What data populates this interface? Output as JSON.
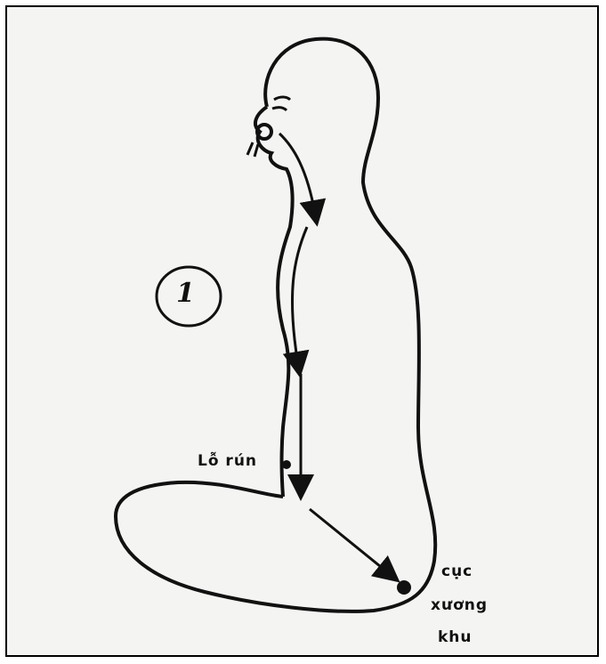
{
  "figure": {
    "number": "1",
    "labels": {
      "navel": "Lỗ rún",
      "tailbone_line1": "cục",
      "tailbone_line2": "xương",
      "tailbone_line3": "khu"
    }
  },
  "colors": {
    "ink": "#111111",
    "paper": "#f4f4f2",
    "frame": "#000000"
  }
}
